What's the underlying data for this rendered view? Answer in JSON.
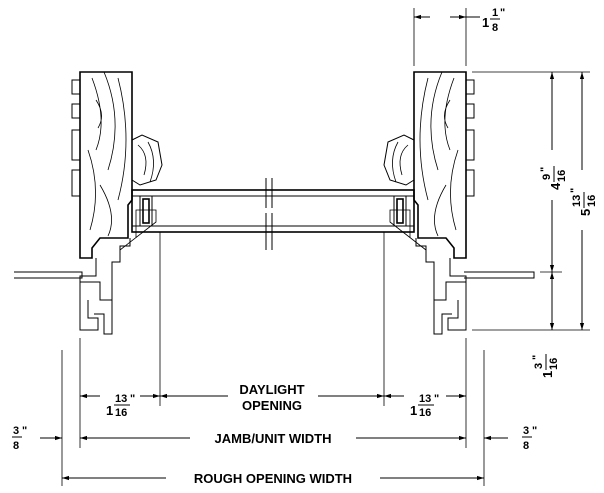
{
  "labels": {
    "daylight_line1": "DAYLIGHT",
    "daylight_line2": "OPENING",
    "jamb_unit_width": "JAMB/UNIT WIDTH",
    "rough_opening_width": "ROUGH OPENING WIDTH"
  },
  "dims": {
    "top_right": {
      "whole": "1",
      "num": "1",
      "den": "8",
      "unit": "\""
    },
    "vertical_inner": {
      "whole": "4",
      "num": "9",
      "den": "16",
      "unit": "\""
    },
    "vertical_outer": {
      "whole": "5",
      "num": "13",
      "den": "16",
      "unit": "\""
    },
    "bottom_right_vert": {
      "whole": "1",
      "num": "3",
      "den": "16",
      "unit": "\""
    },
    "left_frame": {
      "whole": "1",
      "num": "13",
      "den": "16",
      "unit": "\""
    },
    "right_frame": {
      "whole": "1",
      "num": "13",
      "den": "16",
      "unit": "\""
    },
    "left_shim": {
      "num": "3",
      "den": "8",
      "unit": "\""
    },
    "right_shim": {
      "num": "3",
      "den": "8",
      "unit": "\""
    }
  }
}
